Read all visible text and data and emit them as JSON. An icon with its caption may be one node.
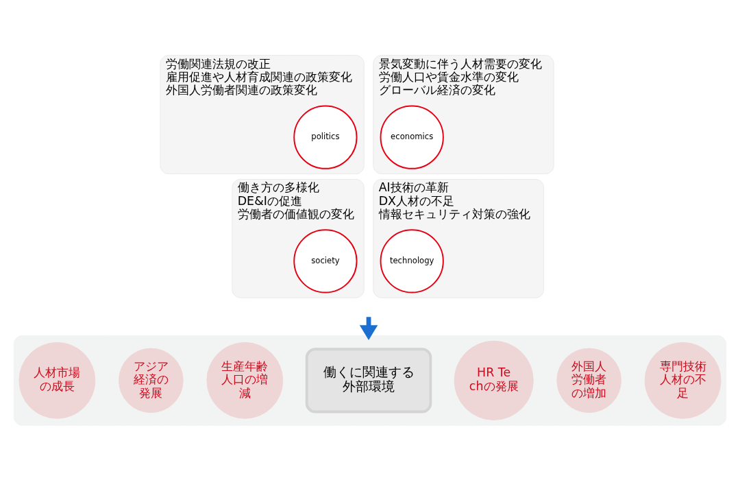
{
  "diagram": {
    "nodes": [
      {
        "text": [
          "労働関連法規の改正",
          "雇用促進や人材育成関連の政策変化",
          "外国人労働者関連の政策変化"
        ]
      },
      {
        "text": [
          "politics"
        ],
        "in": 0
      },
      {
        "text": [
          "景気変動に伴う人材需要の変化",
          "労働人口や賃金水準の変化",
          "グローバル経済の変化"
        ]
      },
      {
        "text": [
          "economics"
        ],
        "in": 2
      },
      {
        "text": [
          "働き方の多様化",
          "DE&Iの促進",
          "労働者の価値観の変化"
        ]
      },
      {
        "text": [
          "society"
        ],
        "in": 4
      },
      {
        "text": [
          "AI技術の革新",
          "DX人材の不足",
          "情報セキュリティ対策の強化"
        ]
      },
      {
        "text": [
          "technology"
        ],
        "in": 6
      },
      {
        "text": [],
        "shape": "box"
      },
      {
        "text": [
          "人材市場の成長"
        ],
        "in": 8
      },
      {
        "text": [
          "アジア経済の発展"
        ],
        "in": 8
      },
      {
        "text": [
          "生産年齢人口の増減"
        ],
        "in": 8
      },
      {
        "text": [
          "働くに関連する外部環境"
        ],
        "in": 8
      },
      {
        "text": [
          "HR Techの発展"
        ],
        "in": 8
      },
      {
        "text": [
          "外国人労働者の増加"
        ],
        "in": 8
      },
      {
        "text": [
          "専門技術人材の不足"
        ],
        "in": 8
      }
    ],
    "edges": [
      {
        "from": null,
        "to": 8,
        "arrow": "to"
      }
    ]
  }
}
